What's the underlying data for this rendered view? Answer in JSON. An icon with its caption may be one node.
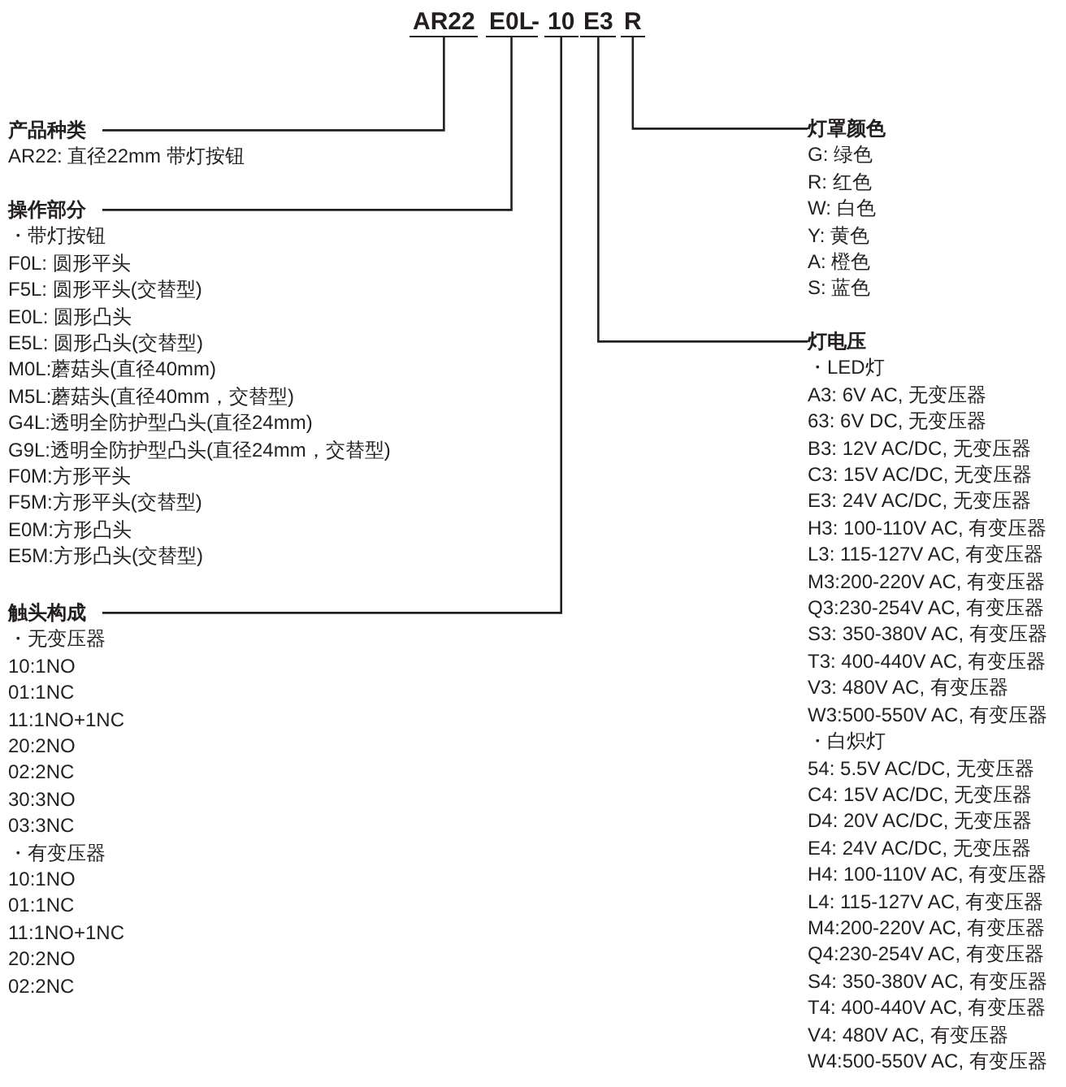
{
  "diagram": {
    "nodes": [
      {
        "text": [
          "AR22"
        ]
      },
      {
        "text": [
          "E0L"
        ]
      },
      {
        "text": [
          "10"
        ]
      },
      {
        "text": [
          "E3"
        ]
      },
      {
        "text": [
          "R"
        ]
      },
      {
        "text": [
          "产品种类",
          "AR22: 直径22mm 带灯按钮"
        ]
      },
      {
        "text": [
          "操作部分",
          "・带灯按钮",
          "F0L: 圆形平头",
          "F5L: 圆形平头(交替型)",
          "E0L: 圆形凸头",
          "E5L: 圆形凸头(交替型)",
          "M0L:蘑菇头(直径40mm)",
          "M5L:蘑菇头(直径40mm，交替型)",
          "G4L:透明全防护型凸头(直径24mm)",
          "G9L:透明全防护型凸头(直径24mm，交替型)",
          "F0M:方形平头",
          "F5M:方形平头(交替型)",
          "E0M:方形凸头",
          "E5M:方形凸头(交替型)"
        ]
      },
      {
        "text": [
          "触头构成",
          "・无变压器",
          "10:1NO",
          "01:1NC",
          "11:1NO+1NC",
          "20:2NO",
          "02:2NC",
          "30:3NO",
          "03:3NC",
          "・有变压器",
          "10:1NO",
          "01:1NC",
          "11:1NO+1NC",
          "20:2NO",
          "02:2NC"
        ]
      },
      {
        "text": [
          "灯罩颜色",
          "G: 绿色",
          "R: 红色",
          "W: 白色",
          "Y: 黄色",
          "A: 橙色",
          "S: 蓝色"
        ]
      },
      {
        "text": [
          "灯电压",
          "・LED灯",
          "A3: 6V AC, 无变压器",
          "63: 6V DC, 无变压器",
          "B3: 12V AC/DC, 无变压器",
          "C3: 15V AC/DC, 无变压器",
          "E3: 24V AC/DC, 无变压器",
          "H3: 100-110V AC, 有变压器",
          "L3: 115-127V AC, 有变压器",
          "M3:200-220V AC, 有变压器",
          "Q3:230-254V AC, 有变压器",
          "S3: 350-380V AC, 有变压器",
          "T3: 400-440V AC, 有变压器",
          "V3: 480V AC, 有变压器",
          "W3:500-550V AC, 有变压器",
          "・白炽灯",
          "54: 5.5V AC/DC, 无变压器",
          "C4: 15V AC/DC, 无变压器",
          "D4: 20V AC/DC, 无变压器",
          "E4: 24V AC/DC, 无变压器",
          "H4: 100-110V AC, 有变压器",
          "L4: 115-127V AC, 有变压器",
          "M4:200-220V AC, 有变压器",
          "Q4:230-254V AC, 有变压器",
          "S4: 350-380V AC, 有变压器",
          "T4: 400-440V AC, 有变压器",
          "V4: 480V AC, 有变压器",
          "W4:500-550V AC, 有变压器"
        ]
      }
    ],
    "edges": [
      {
        "from": 0,
        "to": 5,
        "arrow": "none"
      },
      {
        "from": 1,
        "to": 6,
        "arrow": "none"
      },
      {
        "from": 2,
        "to": 7,
        "arrow": "none"
      },
      {
        "from": 4,
        "to": 8,
        "arrow": "none"
      },
      {
        "from": 3,
        "to": 9,
        "arrow": "none"
      }
    ],
    "labels": [
      "-"
    ]
  }
}
